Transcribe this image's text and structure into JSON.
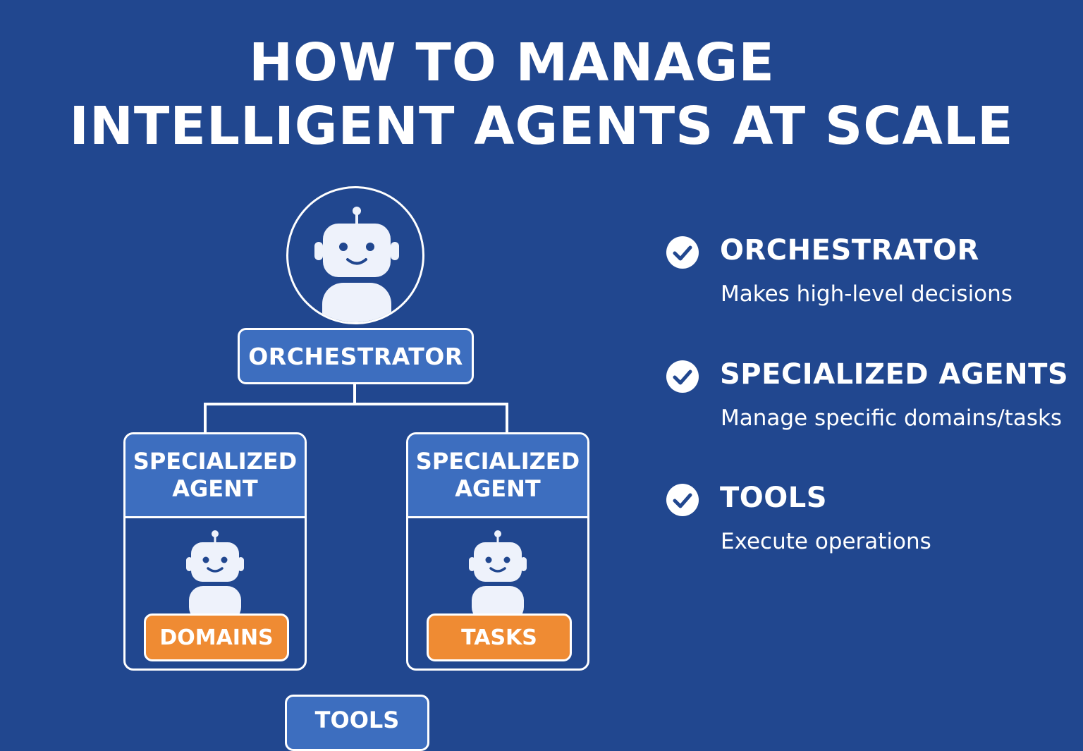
{
  "title": {
    "line1": "HOW TO MANAGE",
    "line2": "INTELLIGENT AGENTS AT SCALE"
  },
  "diagram": {
    "orchestrator": {
      "label": "ORCHESTRATOR",
      "icon": "robot-icon"
    },
    "agents": [
      {
        "label_line1": "SPECIALIZED",
        "label_line2": "AGENT",
        "icon": "robot-icon",
        "badge": "DOMAINS"
      },
      {
        "label_line1": "SPECIALIZED",
        "label_line2": "AGENT",
        "icon": "robot-icon",
        "badge": "TASKS"
      }
    ],
    "tools": {
      "label": "TOOLS"
    }
  },
  "legend": [
    {
      "icon": "check-circle-icon",
      "title": "ORCHESTRATOR",
      "description": "Makes high-level decisions"
    },
    {
      "icon": "check-circle-icon",
      "title": "SPECIALIZED AGENTS",
      "description": "Manage specific domains/tasks"
    },
    {
      "icon": "check-circle-icon",
      "title": "TOOLS",
      "description": "Execute operations"
    }
  ],
  "colors": {
    "background": "#21478f",
    "box_fill": "#3d6ebf",
    "badge_fill": "#ef8b33",
    "foreground": "#ffffff",
    "robot_fill": "#eef2fb"
  }
}
